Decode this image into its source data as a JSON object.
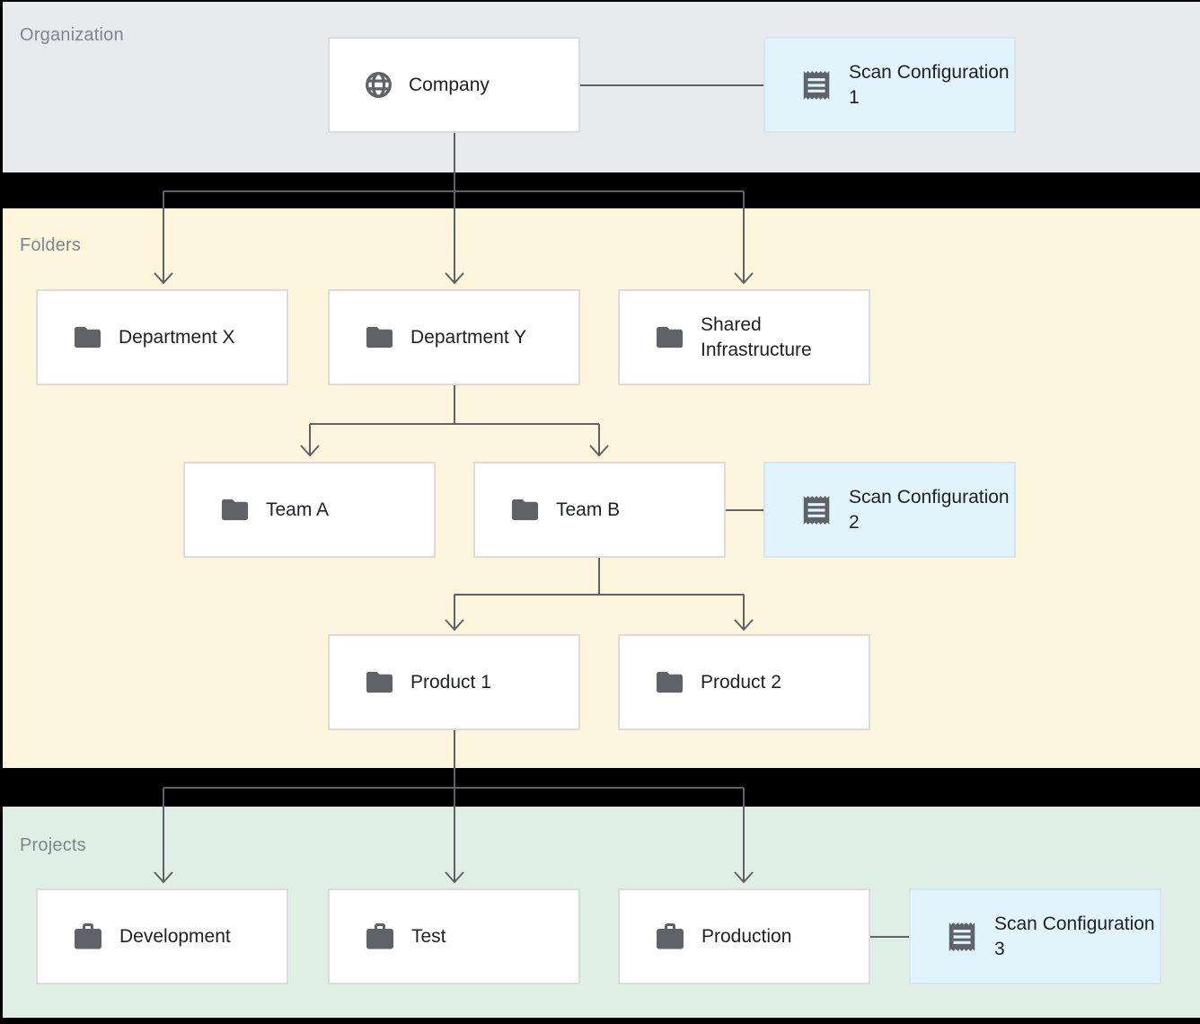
{
  "diagram_name": "resource-hierarchy-scan-configurations",
  "bands": [
    {
      "id": "organization",
      "label": "Organization"
    },
    {
      "id": "folders",
      "label": "Folders"
    },
    {
      "id": "projects",
      "label": "Projects"
    }
  ],
  "nodes": [
    {
      "id": "company",
      "label": "Company",
      "icon": "globe-icon",
      "band": "organization"
    },
    {
      "id": "scan-configuration-1",
      "label": "Scan Configuration 1",
      "icon": "receipt-icon",
      "band": "organization"
    },
    {
      "id": "department-x",
      "label": "Department X",
      "icon": "folder-icon",
      "band": "folders"
    },
    {
      "id": "department-y",
      "label": "Department Y",
      "icon": "folder-icon",
      "band": "folders"
    },
    {
      "id": "shared-infrastructure",
      "label": "Shared Infrastructure",
      "icon": "folder-icon",
      "band": "folders"
    },
    {
      "id": "team-a",
      "label": "Team A",
      "icon": "folder-icon",
      "band": "folders"
    },
    {
      "id": "team-b",
      "label": "Team B",
      "icon": "folder-icon",
      "band": "folders"
    },
    {
      "id": "scan-configuration-2",
      "label": "Scan Configuration 2",
      "icon": "receipt-icon",
      "band": "folders"
    },
    {
      "id": "product-1",
      "label": "Product 1",
      "icon": "folder-icon",
      "band": "folders"
    },
    {
      "id": "product-2",
      "label": "Product 2",
      "icon": "folder-icon",
      "band": "folders"
    },
    {
      "id": "development",
      "label": "Development",
      "icon": "briefcase-icon",
      "band": "projects"
    },
    {
      "id": "test",
      "label": "Test",
      "icon": "briefcase-icon",
      "band": "projects"
    },
    {
      "id": "production",
      "label": "Production",
      "icon": "briefcase-icon",
      "band": "projects"
    },
    {
      "id": "scan-configuration-3",
      "label": "Scan Configuration 3",
      "icon": "receipt-icon",
      "band": "projects"
    }
  ],
  "edges": [
    {
      "from": "company",
      "to": "scan-configuration-1",
      "style": "plain-line"
    },
    {
      "from": "company",
      "to": "department-x",
      "style": "arrow"
    },
    {
      "from": "company",
      "to": "department-y",
      "style": "arrow"
    },
    {
      "from": "company",
      "to": "shared-infrastructure",
      "style": "arrow"
    },
    {
      "from": "department-y",
      "to": "team-a",
      "style": "arrow"
    },
    {
      "from": "department-y",
      "to": "team-b",
      "style": "arrow"
    },
    {
      "from": "team-b",
      "to": "scan-configuration-2",
      "style": "plain-line"
    },
    {
      "from": "team-b",
      "to": "product-1",
      "style": "arrow"
    },
    {
      "from": "team-b",
      "to": "product-2",
      "style": "arrow"
    },
    {
      "from": "product-1",
      "to": "development",
      "style": "arrow"
    },
    {
      "from": "product-1",
      "to": "test",
      "style": "arrow"
    },
    {
      "from": "product-1",
      "to": "production",
      "style": "arrow"
    },
    {
      "from": "production",
      "to": "scan-configuration-3",
      "style": "plain-line"
    }
  ],
  "colors": {
    "band_organization": "#e8ebee",
    "band_folders": "#fdf5dc",
    "band_projects": "#e0efe6",
    "separator": "#000000",
    "node_background": "#ffffff",
    "node_border": "#dadcdd",
    "scan_node_background": "#e1f4fc",
    "scan_node_border": "#d6e6f0",
    "connector": "#5f6368",
    "icon": "#5f6368",
    "node_text": "#202124",
    "band_label_text": "#80868b"
  }
}
